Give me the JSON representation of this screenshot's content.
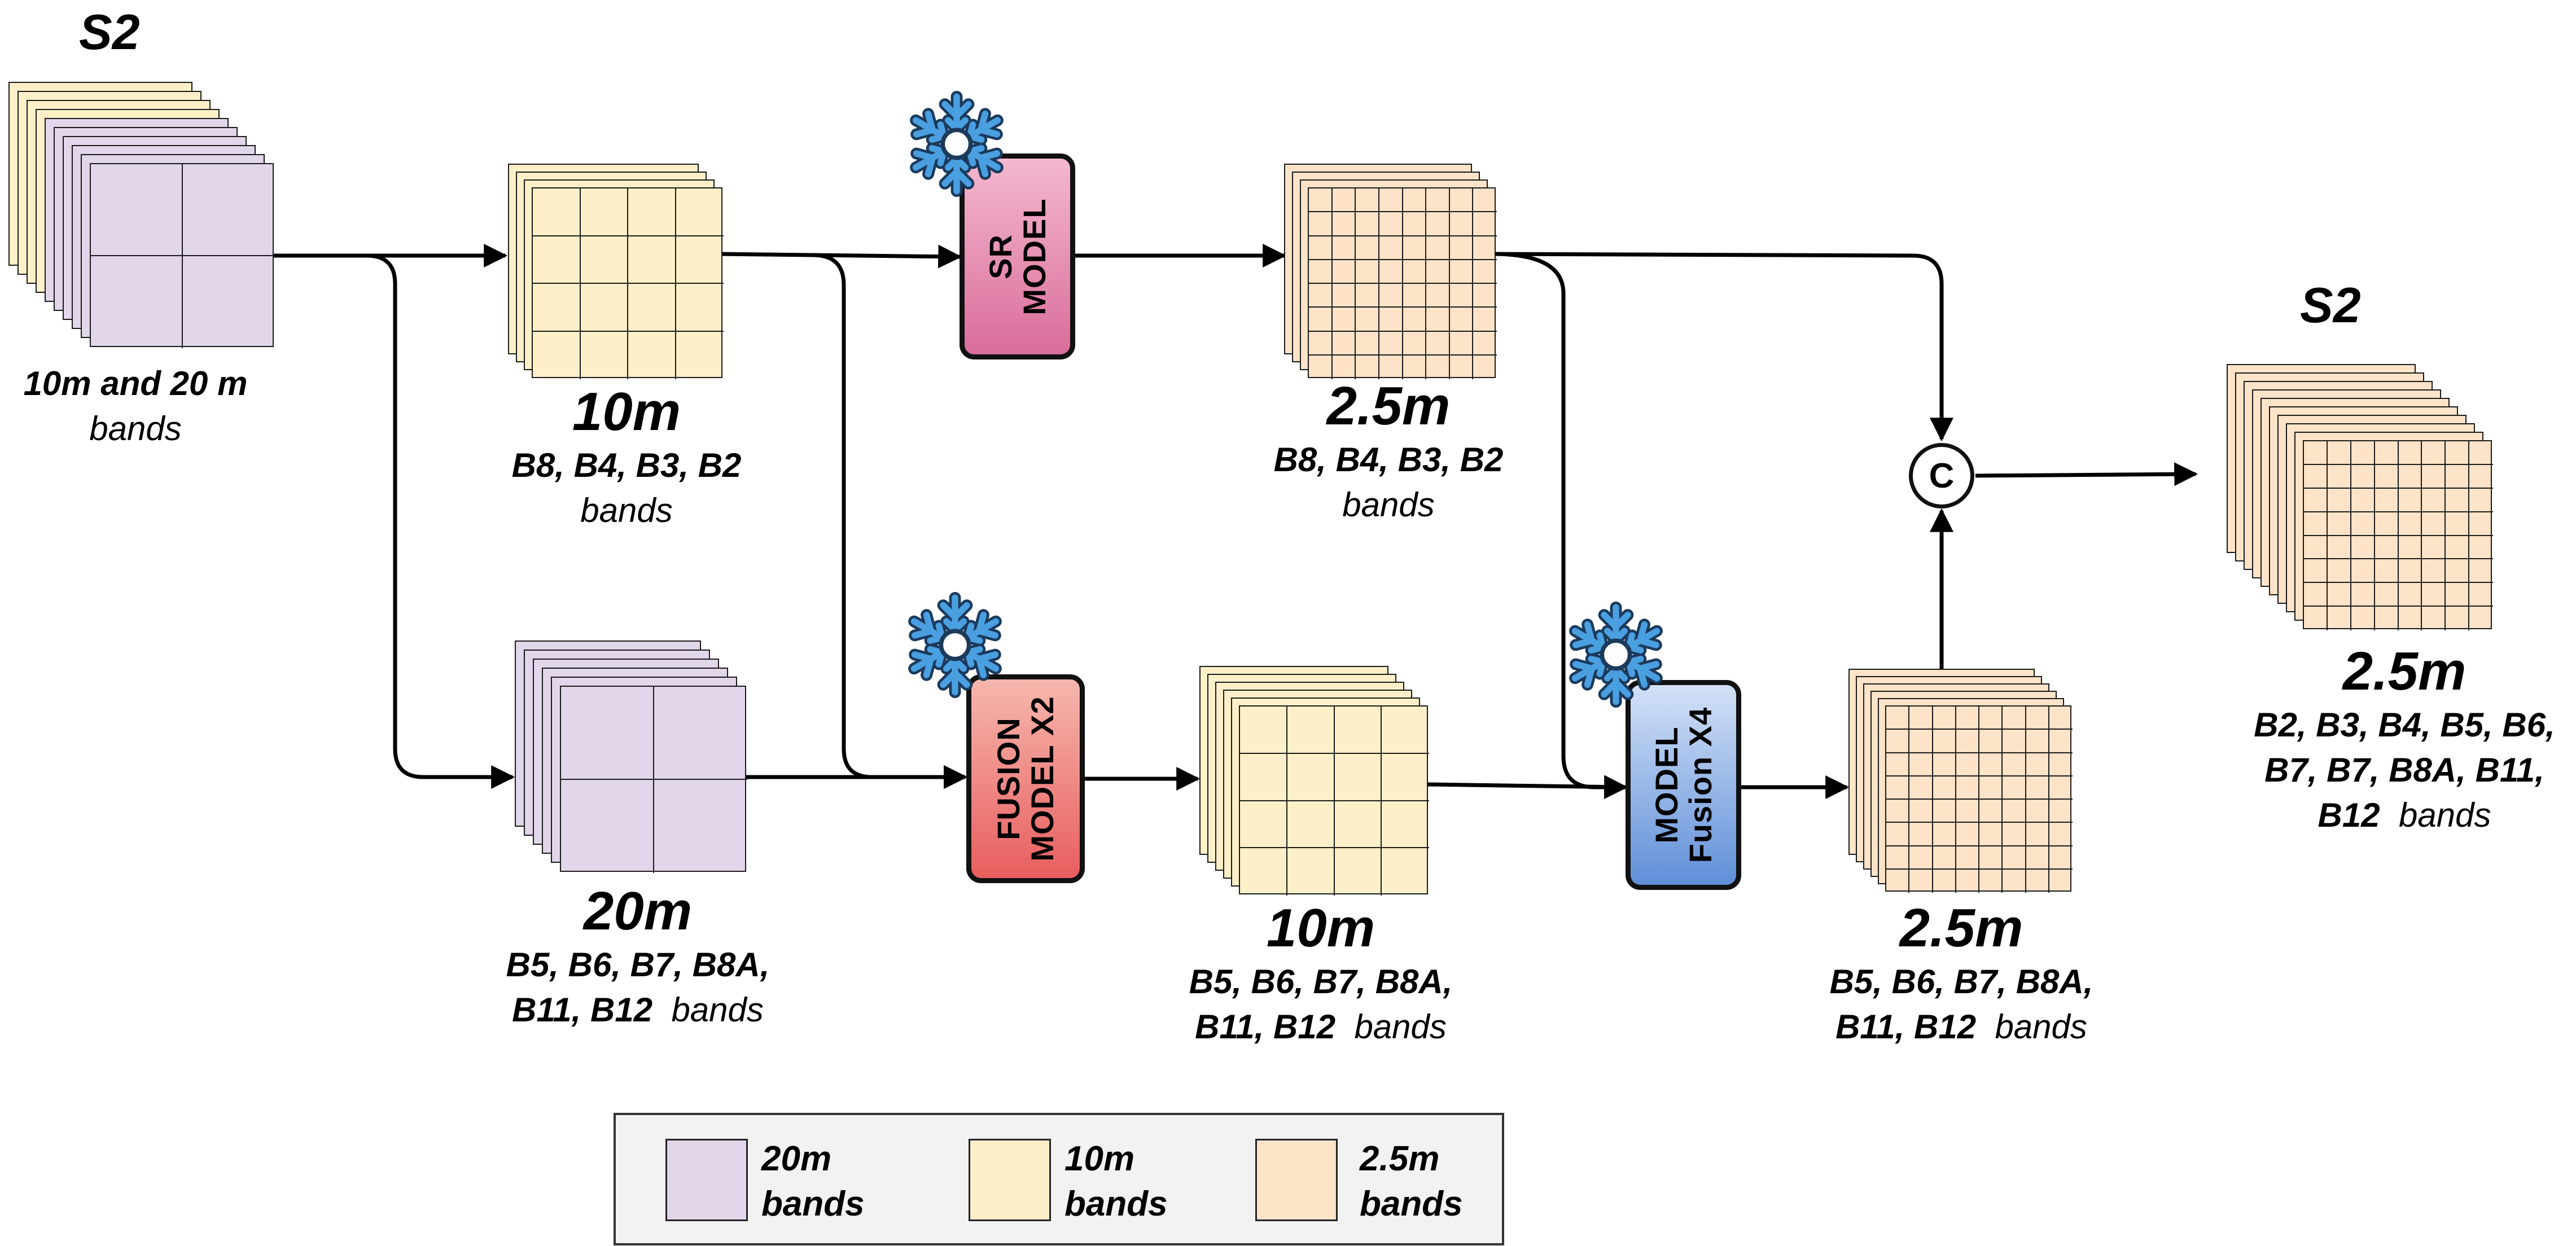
{
  "colors": {
    "band_20m": "#e2d6ea",
    "band_10m": "#fdf0c8",
    "band_2_5m": "#fde3c8",
    "sr_model": "#d96d9a",
    "fusion_x2": "#e85e5e",
    "fusion_x4": "#5f8fd8",
    "snowflake": "#4a9fe0",
    "wire": "#000000"
  },
  "icons": {
    "frozen": "snowflake-icon",
    "concat": "concat-circle-icon"
  },
  "input": {
    "title": "S2",
    "resolution": "10m and 20 m",
    "bands_word": "bands"
  },
  "stage_10m": {
    "resolution": "10m",
    "band_list": "B8, B4, B3, B2",
    "bands_word": "bands"
  },
  "stage_20m": {
    "resolution": "20m",
    "band_list_line1": "B5, B6, B7, B8A,",
    "band_list_line2": "B11, B12",
    "bands_word": "bands"
  },
  "sr_model": {
    "line1": "SR",
    "line2": "MODEL"
  },
  "fusion_x2": {
    "line1": "FUSION",
    "line2": "MODEL X2"
  },
  "fusion_x4": {
    "line1": "MODEL",
    "line2": "Fusion X4"
  },
  "sr_output": {
    "resolution": "2.5m",
    "band_list": "B8, B4, B3, B2",
    "bands_word": "bands"
  },
  "fusion_x2_output": {
    "resolution": "10m",
    "band_list_line1": "B5, B6, B7, B8A,",
    "band_list_line2": "B11, B12",
    "bands_word": "bands"
  },
  "fusion_x4_output": {
    "resolution": "2.5m",
    "band_list_line1": "B5, B6, B7, B8A,",
    "band_list_line2": "B11, B12",
    "bands_word": "bands"
  },
  "concat": {
    "symbol": "C"
  },
  "final_output": {
    "title": "S2",
    "resolution": "2.5m",
    "band_list_line1": "B2, B3, B4, B5, B6,",
    "band_list_line2": "B7, B7, B8A, B11,",
    "band_list_line3": "B12",
    "bands_word": "bands"
  },
  "legend": {
    "items": [
      {
        "label_line1": "20m",
        "label_line2": "bands"
      },
      {
        "label_line1": "10m",
        "label_line2": "bands"
      },
      {
        "label_line1": "2.5m",
        "label_line2": "bands"
      }
    ]
  }
}
